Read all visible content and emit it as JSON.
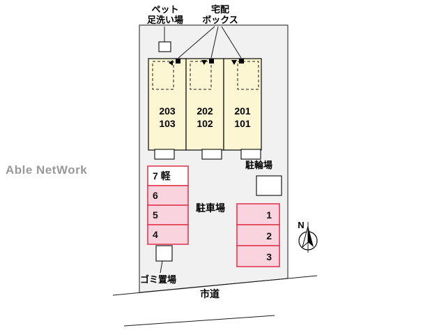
{
  "watermark": "Able NetWork",
  "annotations": {
    "pet_wash": {
      "line1": "ペット",
      "line2": "足洗い場"
    },
    "delivery_box": {
      "line1": "宅配",
      "line2": "ボックス"
    }
  },
  "site": {
    "bicycle_parking_label": "駐輪場",
    "parking_lot_label": "駐車場",
    "garbage_label": "ゴミ置場",
    "road_label": "市道",
    "compass_label": "N"
  },
  "units": [
    {
      "upper": "203",
      "lower": "103"
    },
    {
      "upper": "202",
      "lower": "102"
    },
    {
      "upper": "201",
      "lower": "101"
    }
  ],
  "parking_left": [
    {
      "label": "7 軽",
      "fill": "#ffffff"
    },
    {
      "label": "6",
      "fill": "#f9d4de"
    },
    {
      "label": "5",
      "fill": "#f9d4de"
    },
    {
      "label": "4",
      "fill": "#f9d4de"
    }
  ],
  "parking_right": [
    {
      "label": "1",
      "fill": "#f9d4de"
    },
    {
      "label": "2",
      "fill": "#f9d4de"
    },
    {
      "label": "3",
      "fill": "#f9d4de"
    }
  ],
  "colors": {
    "plot_fill": "#f1f1f1",
    "building_fill": "#fcf6d2",
    "parking_border": "#e23a52",
    "outline": "#1a1a1a",
    "watermark": "#999999"
  }
}
